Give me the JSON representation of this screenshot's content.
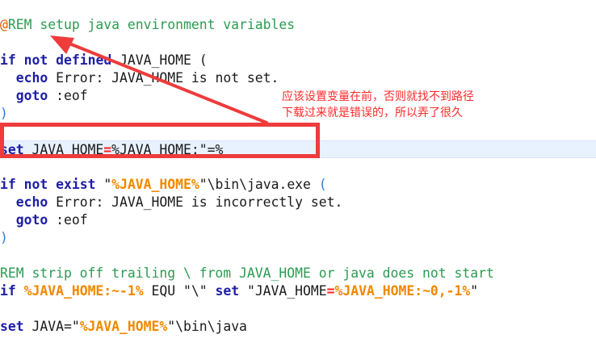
{
  "code": {
    "l1_at": "@",
    "l1_comment": "REM setup java environment variables",
    "l3_if": "if",
    "l3_not": "not",
    "l3_defined": "defined",
    "l3_rest": " JAVA_HOME (",
    "l4_echo": "echo",
    "l4_rest": " Error: JAVA_HOME is not set.",
    "l5_goto": "goto",
    "l5_rest": " :eof",
    "l6_paren": ")",
    "l8_set": "set",
    "l8_a": " JAVA_HOME",
    "l8_eq": "=",
    "l8_b": "%JAVA_HOME:\"=%",
    "l10_if": "if",
    "l10_not": "not",
    "l10_exist": "exist",
    "l10_q1": " \"",
    "l10_var": "%JAVA_HOME%",
    "l10_path": "\"\\bin\\java.exe ",
    "l10_paren": "(",
    "l11_echo": "echo",
    "l11_rest": " Error: JAVA_HOME is incorrectly set.",
    "l12_goto": "goto",
    "l12_rest": " :eof",
    "l13_paren": ")",
    "l15_comment": "REM strip off trailing \\ from JAVA_HOME or java does not start",
    "l16_if": "if",
    "l16_var1": "%JAVA_HOME:~-1%",
    "l16_mid": " EQU \"\\\" ",
    "l16_set": "set",
    "l16_q": " \"JAVA_HOME",
    "l16_eq": "=",
    "l16_var2": "%JAVA_HOME:~0,-1%",
    "l16_end": "\"",
    "l18_set": "set",
    "l18_a": " JAVA=\"",
    "l18_var": "%JAVA_HOME%",
    "l18_path": "\"\\bin\\java"
  },
  "annotation": {
    "line1": "应该设置变量在前，否则就找不到路径",
    "line2": "下载过来就是错误的，所以弄了很久"
  },
  "colors": {
    "keyword": "#1f1fa4",
    "comment": "#2e9a53",
    "variable": "#f08800",
    "operator": "#ff2020",
    "annotation": "#ee3b3b"
  }
}
